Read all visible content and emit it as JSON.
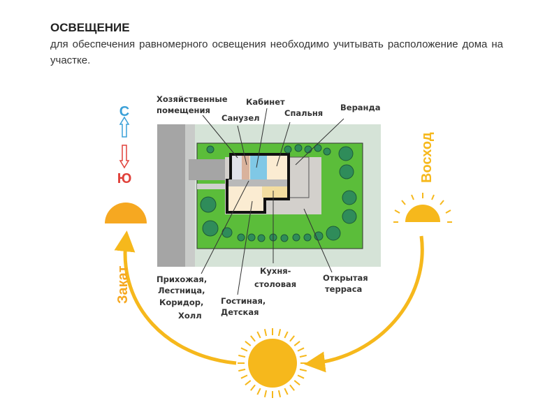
{
  "header": {
    "title": "ОСВЕЩЕНИЕ",
    "description": "для обеспечения равномерного освещения необходимо учитывать расположение дома на участке."
  },
  "compass": {
    "north": "С",
    "south": "Ю",
    "north_color": "#3aa0d8",
    "south_color": "#e0413a"
  },
  "sun": {
    "sunrise": "Восход",
    "sunset": "Закат",
    "color": "#f6b81c"
  },
  "labels": {
    "utility1": "Хозяйственные",
    "utility2": "помещения",
    "bathroom": "Санузел",
    "study": "Кабинет",
    "bedroom": "Спальня",
    "veranda": "Веранда",
    "hall1": "Прихожая,",
    "hall2": "Лестница,",
    "hall3": "Коридор,",
    "hall4": "Холл",
    "living1": "Гостиная,",
    "living2": "Детская",
    "kitchen1": "Кухня-",
    "kitchen2": "столовая",
    "terrace1": "Открытая",
    "terrace2": "терраса"
  }
}
